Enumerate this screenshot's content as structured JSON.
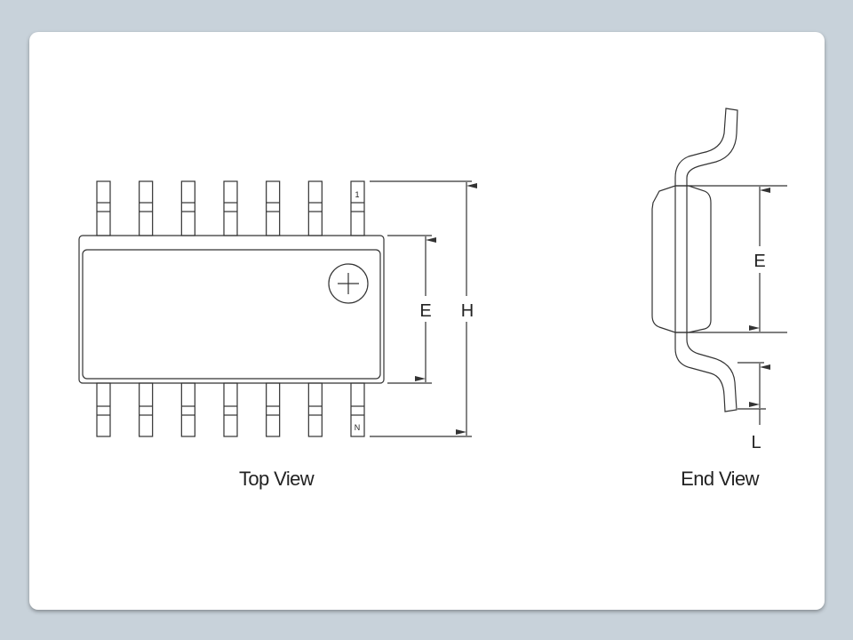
{
  "top_view": {
    "caption": "Top View",
    "pin_first_label": "1",
    "pin_last_label": "N",
    "dim_body_width": "E",
    "dim_overall_width": "H",
    "pins_per_side": 7
  },
  "end_view": {
    "caption": "End View",
    "dim_body_width": "E",
    "dim_lead_length": "L"
  }
}
